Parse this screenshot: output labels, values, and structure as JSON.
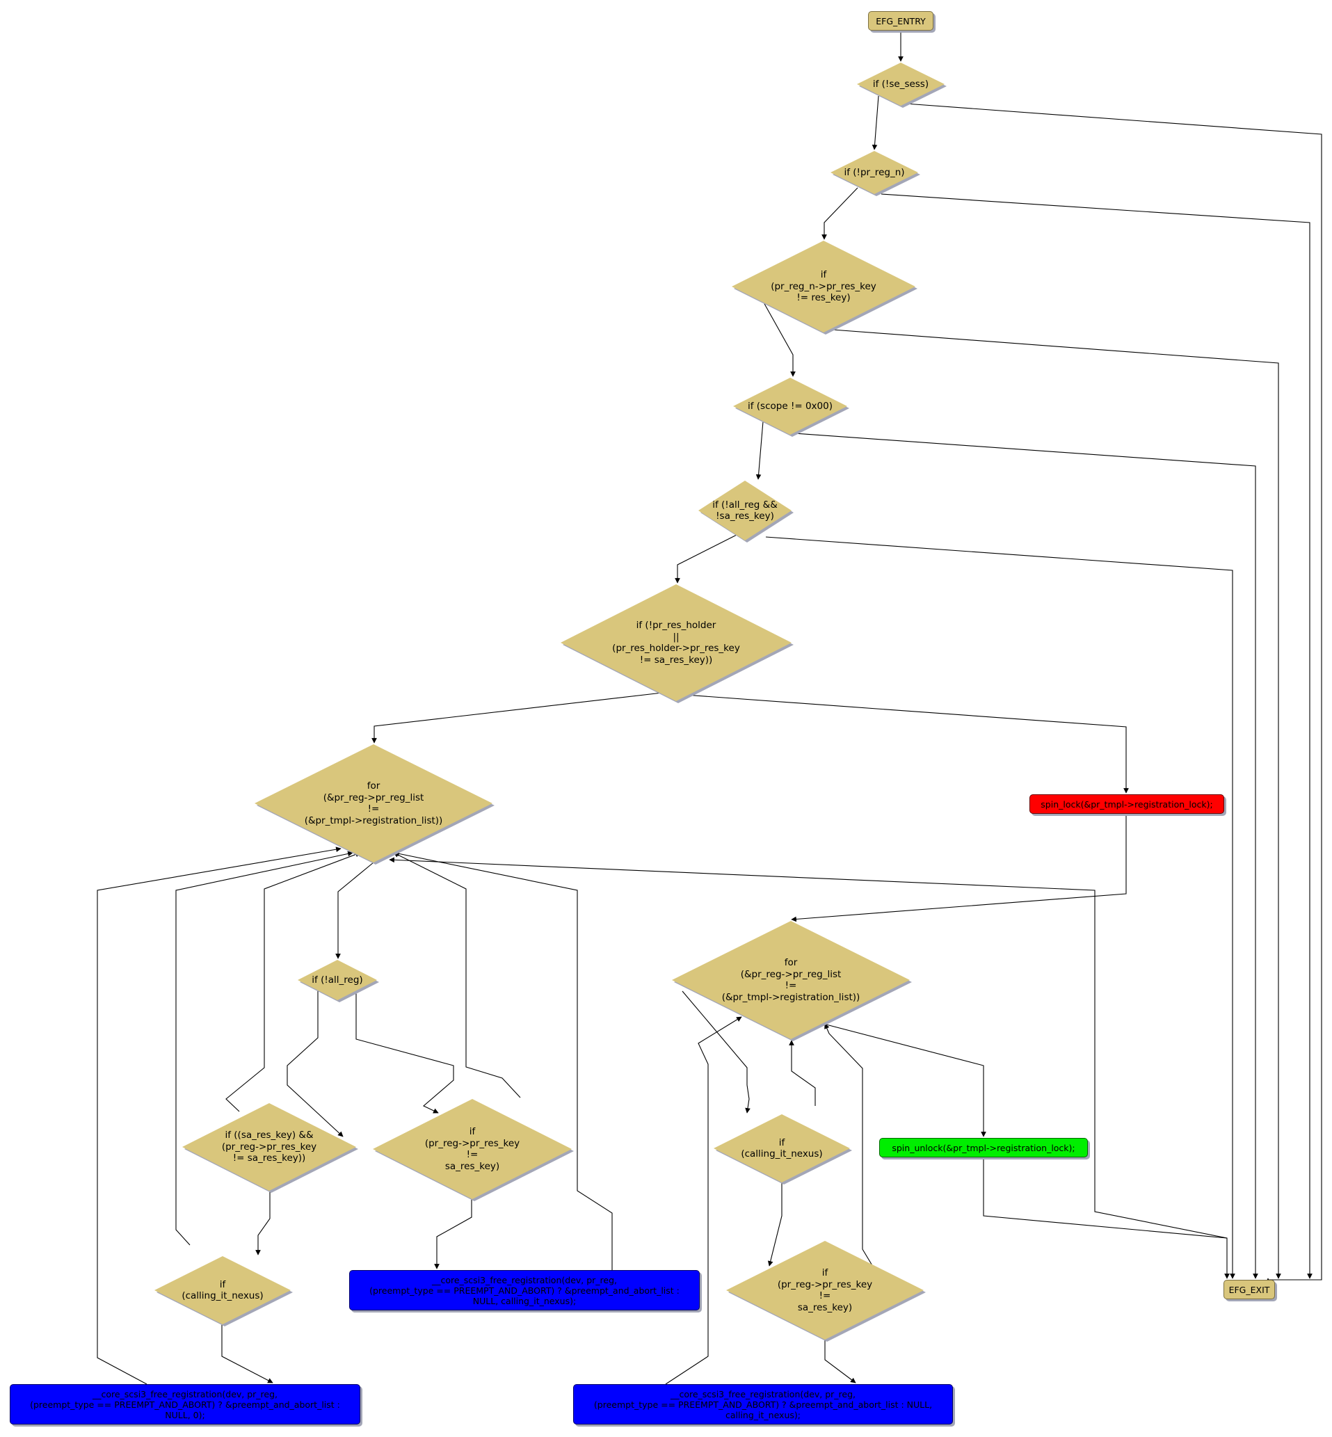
{
  "nodes": {
    "entry": "EFG_ENTRY",
    "exit": "EFG_EXIT",
    "c1": "if (!se_sess)",
    "c2": "if (!pr_reg_n)",
    "c3": "if\n(pr_reg_n->pr_res_key\n!= res_key)",
    "c4": "if (scope != 0x00)",
    "c5": "if (!all_reg &&\n!sa_res_key)",
    "c6": "if (!pr_res_holder\n||\n(pr_res_holder->pr_res_key\n!= sa_res_key))",
    "loop1": "for\n(&pr_reg->pr_reg_list\n!=\n(&pr_tmpl->registration_list))",
    "loop2": "for\n(&pr_reg->pr_reg_list\n!=\n(&pr_tmpl->registration_list))",
    "spin_lock": "spin_lock(&pr_tmpl->registration_lock);",
    "spin_unlock": "spin_unlock(&pr_tmpl->registration_lock);",
    "c_allreg": "if (!all_reg)",
    "c_sakey": "if ((sa_res_key) &&\n(pr_reg->pr_res_key\n!= sa_res_key))",
    "c_eqkey1": "if\n(pr_reg->pr_res_key\n!=\nsa_res_key)",
    "c_nexus1": "if\n(calling_it_nexus)",
    "c_nexus2": "if\n(calling_it_nexus)",
    "c_eqkey2": "if\n(pr_reg->pr_res_key\n!=\nsa_res_key)",
    "free1": "__core_scsi3_free_registration(dev, pr_reg,\n(preempt_type == PREEMPT_AND_ABORT) ? &preempt_and_abort_list :\nNULL, 0);",
    "free2": "__core_scsi3_free_registration(dev, pr_reg,\n(preempt_type == PREEMPT_AND_ABORT) ? &preempt_and_abort_list :\nNULL, calling_it_nexus);",
    "free3": "__core_scsi3_free_registration(dev, pr_reg,\n(preempt_type == PREEMPT_AND_ABORT) ? &preempt_and_abort_list : NULL,\ncalling_it_nexus);"
  },
  "colors": {
    "node_fill": "#d9c67c",
    "shadow": "#a3a6b7",
    "blue_fill": "#0000ff",
    "red_fill": "#ff0000",
    "green_fill": "#00ee00",
    "edge": "#000000"
  }
}
